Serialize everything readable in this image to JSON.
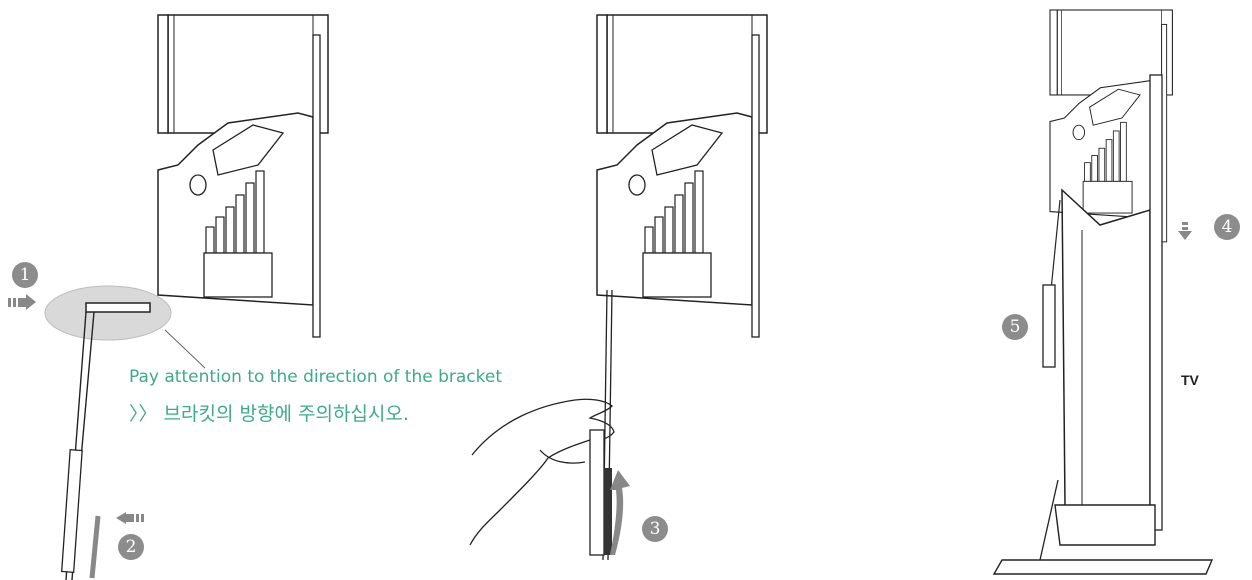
{
  "notes": {
    "english": "Pay attention to the direction of the bracket",
    "korean": "〉〉 브라킷의 방향에 주의하십시오."
  },
  "steps": {
    "s1": "1",
    "s2": "2",
    "s3": "3",
    "s4": "4",
    "s5": "5"
  },
  "labels": {
    "tv": "TV"
  },
  "colors": {
    "accent_text": "#3fa98b",
    "step_marker": "#8c8c8c",
    "line": "#222222"
  }
}
